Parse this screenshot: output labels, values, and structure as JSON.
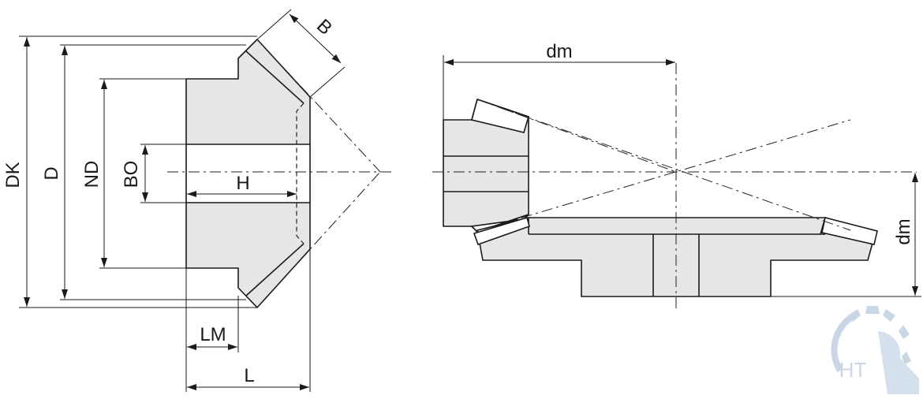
{
  "labels": {
    "dk": "DK",
    "d": "D",
    "nd": "ND",
    "bo": "BO",
    "h": "H",
    "b": "B",
    "lm": "LM",
    "l": "L",
    "dm_top": "dm",
    "dm_side": "dm",
    "logo": "HT"
  },
  "colors": {
    "section_fill": "#e6e6e6",
    "line": "#1a1a1a",
    "logo": "#c9d6e6"
  },
  "icons": {
    "logo": "gear-logo-icon"
  }
}
